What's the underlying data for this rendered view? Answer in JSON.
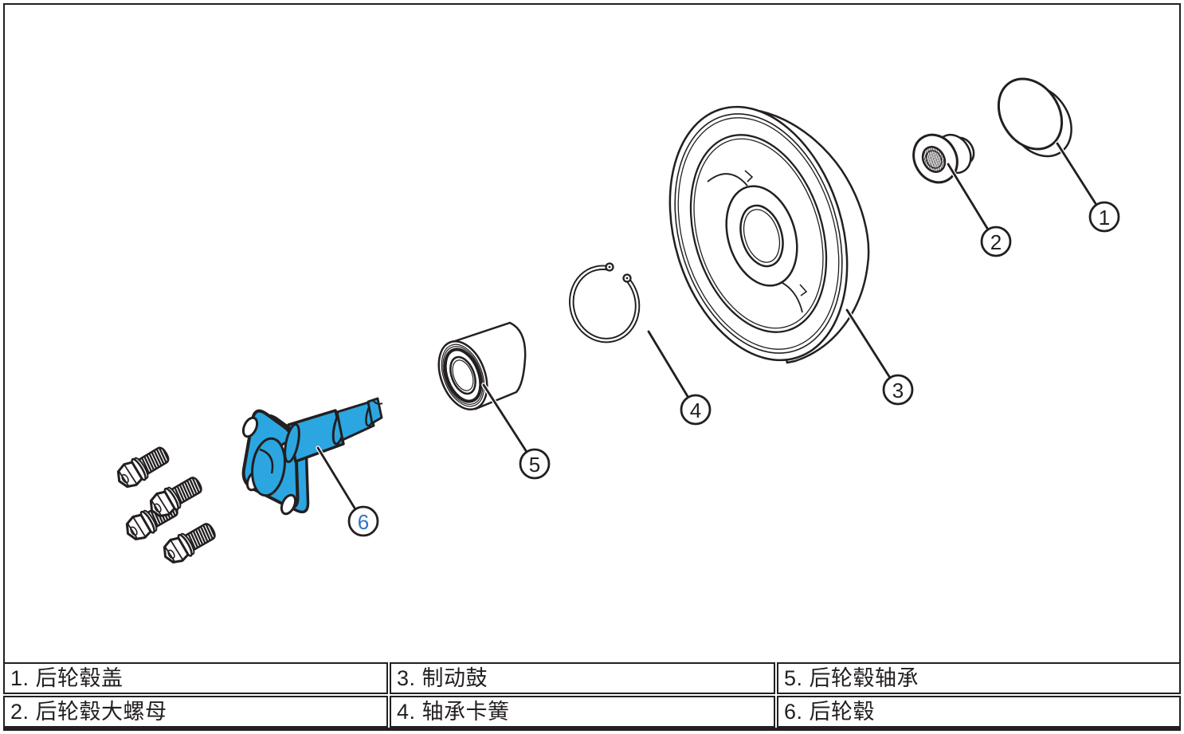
{
  "legend": {
    "items": [
      {
        "label": "1. 后轮毂盖"
      },
      {
        "label": "2. 后轮毂大螺母"
      },
      {
        "label": "3. 制动鼓"
      },
      {
        "label": "4. 轴承卡簧"
      },
      {
        "label": "5. 后轮毂轴承"
      },
      {
        "label": "6. 后轮毂"
      }
    ]
  },
  "callouts": [
    {
      "num": "1"
    },
    {
      "num": "2"
    },
    {
      "num": "3"
    },
    {
      "num": "4"
    },
    {
      "num": "5"
    },
    {
      "num": "6"
    }
  ],
  "colors": {
    "ink": "#231F20",
    "part_highlight_blue": "#2BA6E0",
    "highlight_callout_digit_blue": "#2E74C8"
  }
}
